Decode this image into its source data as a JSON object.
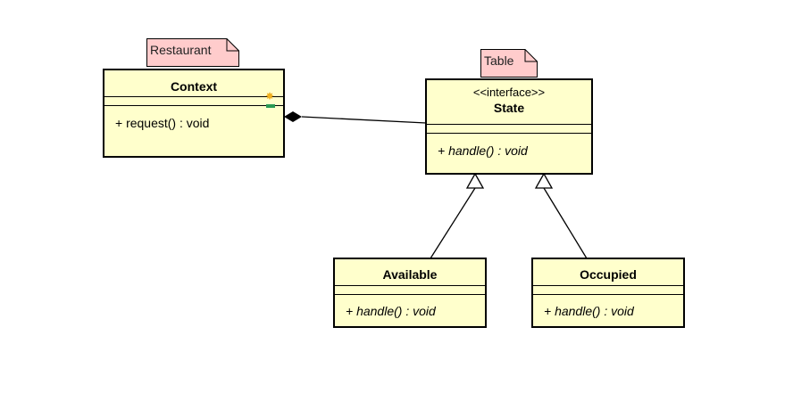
{
  "diagram": {
    "notes": {
      "restaurant": "Restaurant",
      "table": "Table"
    },
    "classes": {
      "context": {
        "name": "Context",
        "operation": "+ request() : void"
      },
      "state": {
        "stereotype": "<<interface>>",
        "name": "State",
        "operation": "+ handle() : void"
      },
      "available": {
        "name": "Available",
        "operation": "+ handle() : void"
      },
      "occupied": {
        "name": "Occupied",
        "operation": "+ handle() : void"
      }
    },
    "colors": {
      "class_fill": "#ffffcc",
      "note_fill": "#ffcccc",
      "line": "#000000"
    }
  }
}
